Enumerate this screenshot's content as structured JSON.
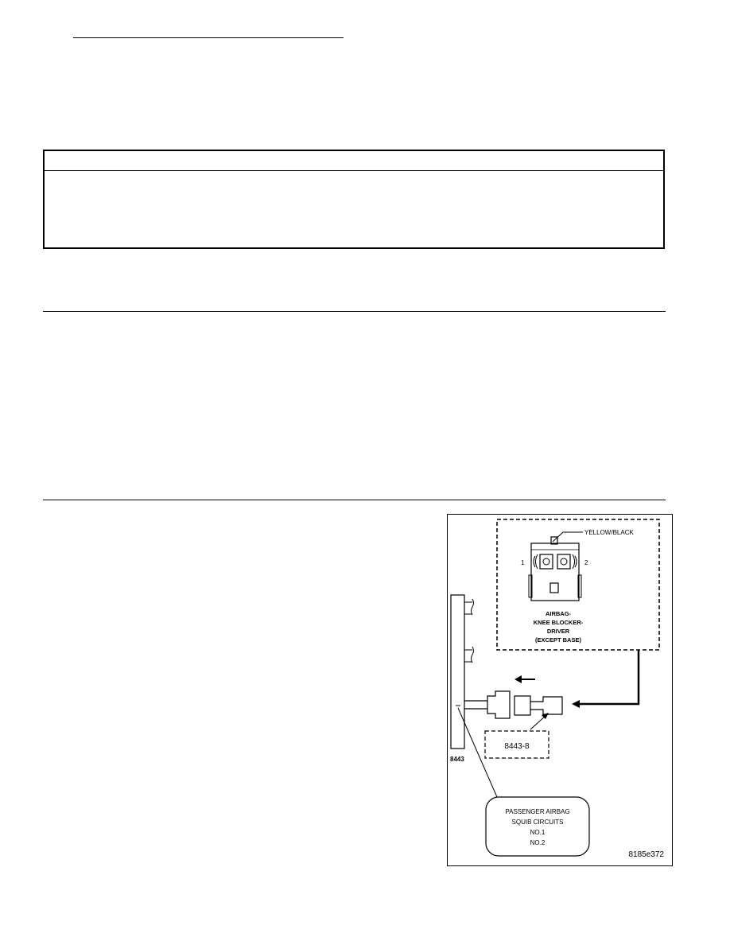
{
  "figure": {
    "wire_color": "YELLOW/BLACK",
    "pin_1": "1",
    "pin_2": "2",
    "connector_label_lines": [
      "AIRBAG-",
      "KNEE BLOCKER-",
      "DRIVER",
      "(EXCEPT BASE)"
    ],
    "tool_label": "8443",
    "adapter_label": "8443-8",
    "callout_lines": [
      "PASSENGER AIRBAG",
      "SQUIB CIRCUITS",
      "NO.1",
      "NO.2"
    ],
    "figure_id": "8185e372"
  }
}
